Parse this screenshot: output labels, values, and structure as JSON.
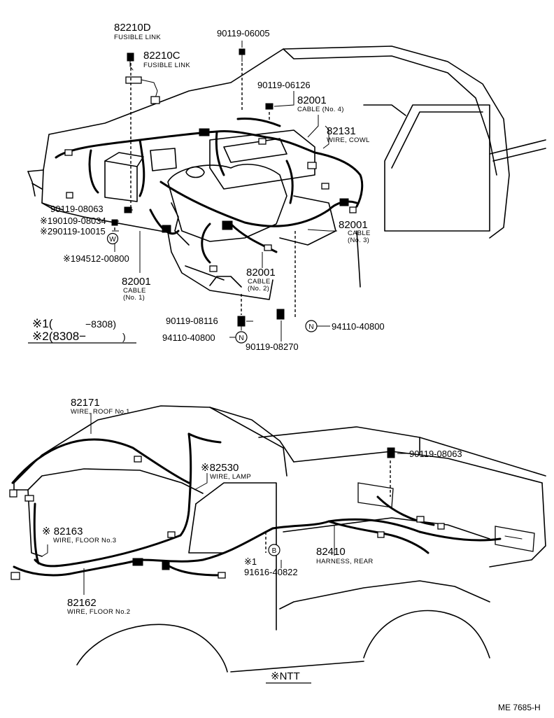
{
  "labels": {
    "p82210D": {
      "part": "82210D",
      "desc": "FUSIBLE LINK"
    },
    "p82210C": {
      "part": "82210C",
      "desc": "FUSIBLE LINK"
    },
    "p9011906005": {
      "part": "90119-06005"
    },
    "p9011906126": {
      "part": "90119-06126"
    },
    "p82001_4": {
      "part": "82001",
      "desc": "CABLE (No. 4)"
    },
    "p82131": {
      "part": "82131",
      "desc": "WIRE, COWL"
    },
    "p9011908063_top": {
      "part": "90119-08063"
    },
    "p190109": {
      "part": "※190109-08034"
    },
    "p290119": {
      "part": "※290119-10015"
    },
    "p194512": {
      "part": "※194512-00800"
    },
    "p82001_3": {
      "part": "82001",
      "desc1": "CABLE",
      "desc2": "(No. 3)"
    },
    "p82001_1": {
      "part": "82001",
      "desc1": "CABLE",
      "desc2": "(No. 1)"
    },
    "p82001_2": {
      "part": "82001",
      "desc1": "CABLE",
      "desc2": "(No. 2)"
    },
    "p9011908116": {
      "part": "90119-08116"
    },
    "p9411040800_left": {
      "part": "94110-40800"
    },
    "p9411040800_right": {
      "part": "94110-40800"
    },
    "p9011908270": {
      "part": "90119-08270"
    },
    "p82171": {
      "part": "82171",
      "desc": "WIRE, ROOF No.1"
    },
    "p82530": {
      "part": "※82530",
      "desc": "WIRE, LAMP"
    },
    "p9011908063_bot": {
      "part": "90119-08063"
    },
    "p82163": {
      "part": "※ 82163",
      "desc": "WIRE, FLOOR No.3"
    },
    "p82410": {
      "part": "82410",
      "desc": "HARNESS, REAR"
    },
    "p91616": {
      "mark": "※1",
      "part": "91616-40822"
    },
    "p82162": {
      "part": "82162",
      "desc": "WIRE, FLOOR No.2"
    }
  },
  "callouts": {
    "W": "W",
    "N_top": "N",
    "N_mid": "N",
    "B": "B"
  },
  "legend": {
    "line1_mark": "※1(",
    "line1_value": "−8308)",
    "line2_mark": "※2(8308−",
    "line2_value": ")"
  },
  "footnote": "※NTT",
  "drawing_id": "ME 7685-H"
}
